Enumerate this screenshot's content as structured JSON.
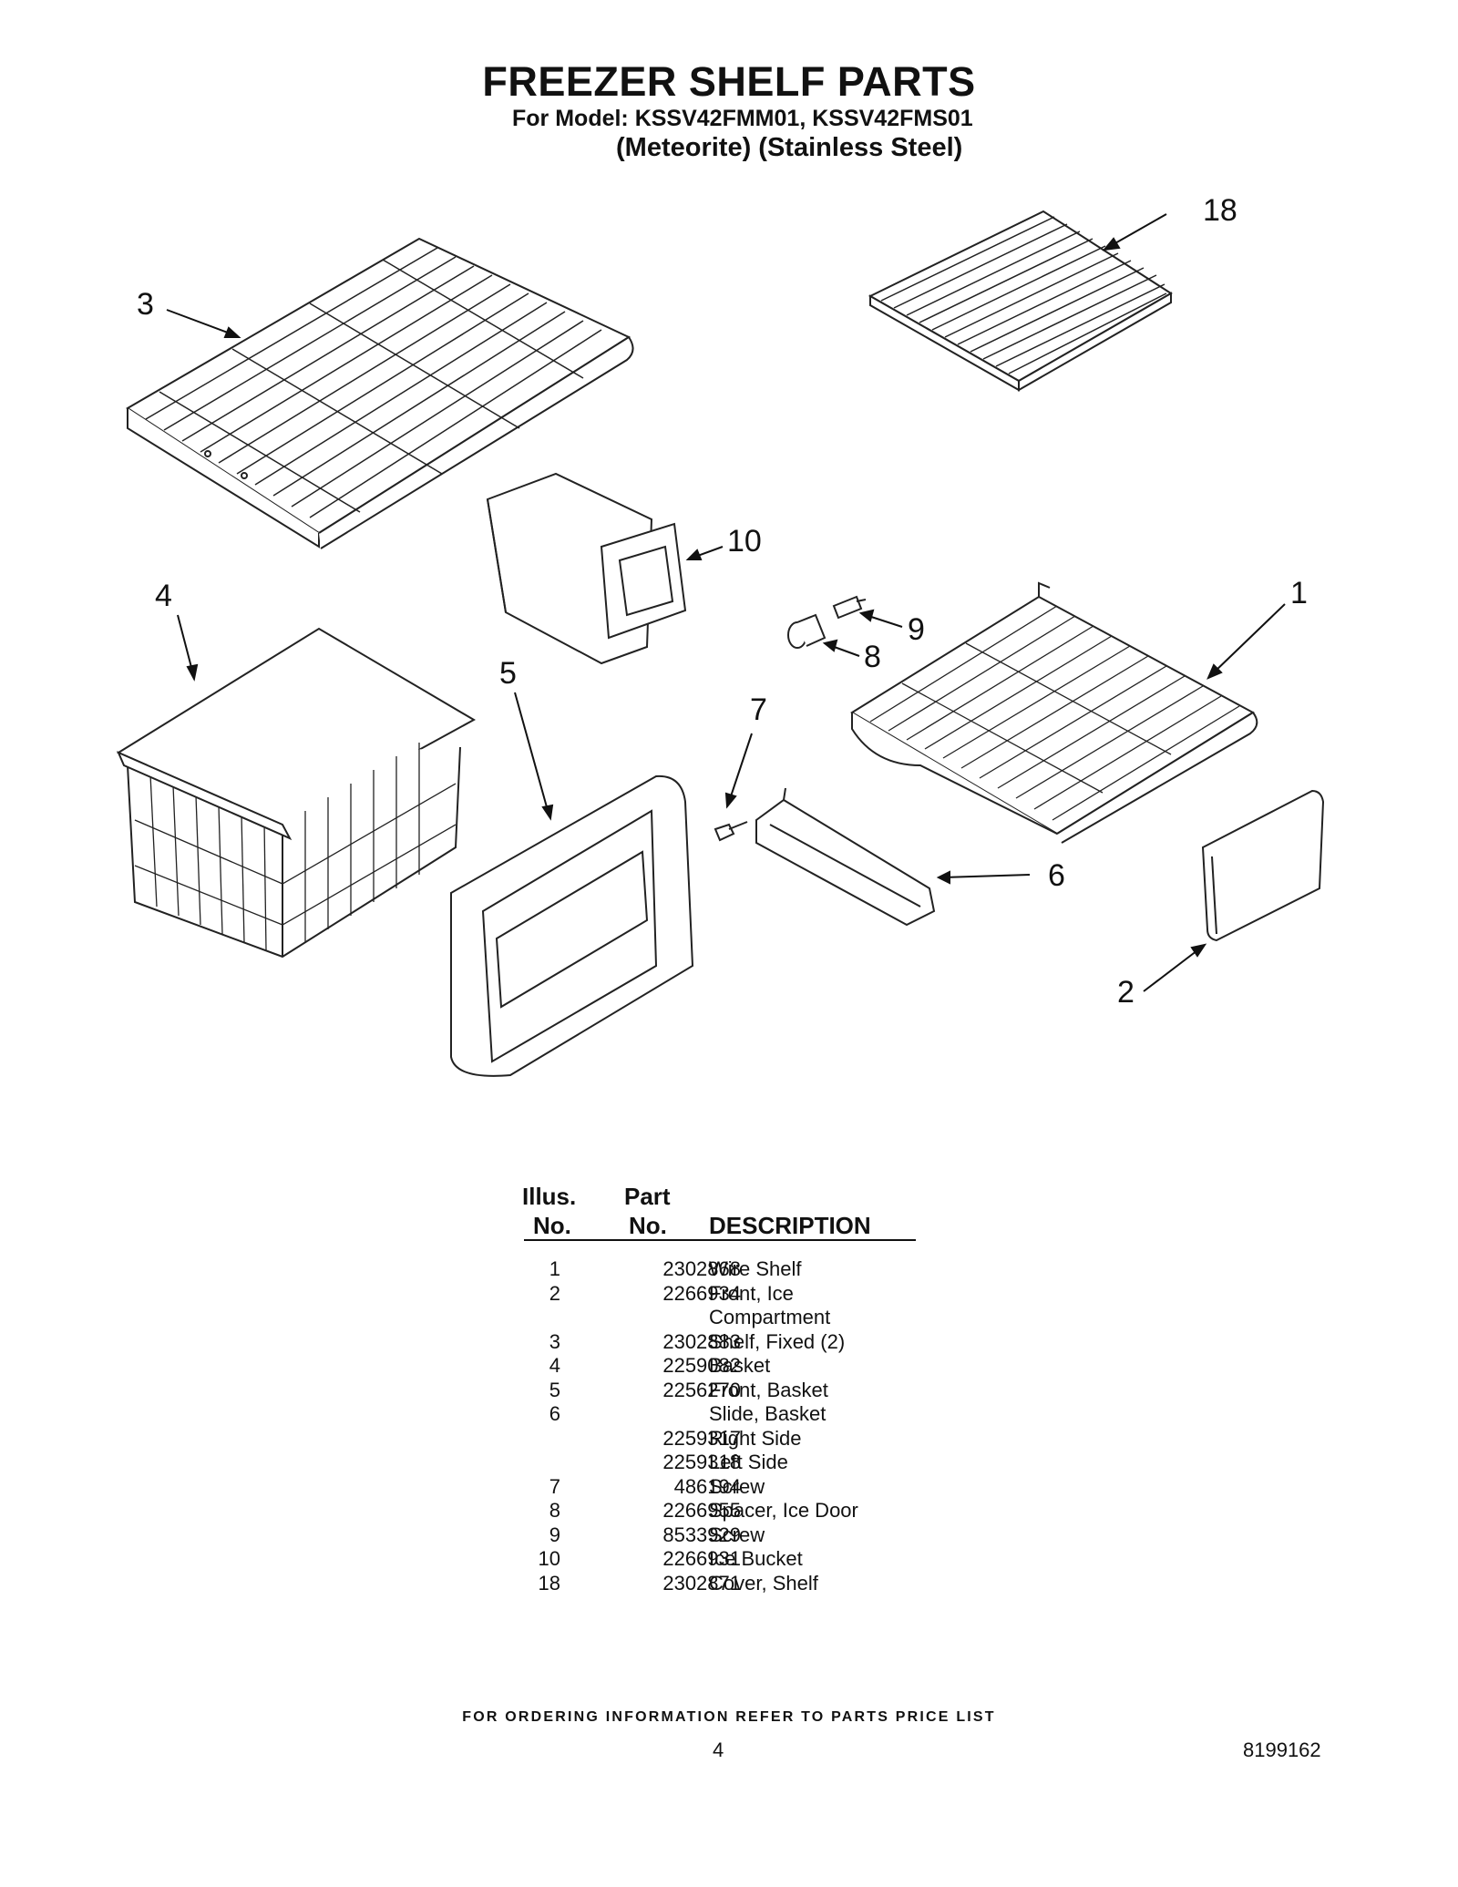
{
  "header": {
    "title": "FREEZER SHELF PARTS",
    "models": "For Model: KSSV42FMM01, KSSV42FMS01",
    "colors": "(Meteorite) (Stainless Steel)"
  },
  "callouts": [
    "18",
    "3",
    "10",
    "4",
    "1",
    "9",
    "8",
    "5",
    "7",
    "6",
    "2"
  ],
  "table": {
    "headers": {
      "illus_line1": "Illus.",
      "illus_line2": "No.",
      "part_line1": "Part",
      "part_line2": "No.",
      "description": "DESCRIPTION"
    },
    "rows": [
      {
        "illus": "1",
        "part": "2302868",
        "desc": "Wire Shelf"
      },
      {
        "illus": "2",
        "part": "2266934",
        "desc": "Front, Ice"
      },
      {
        "illus": "",
        "part": "",
        "desc": "Compartment"
      },
      {
        "illus": "3",
        "part": "2302883",
        "desc": "Shelf, Fixed (2)"
      },
      {
        "illus": "4",
        "part": "2259082",
        "desc": "Basket"
      },
      {
        "illus": "5",
        "part": "2256270",
        "desc": "Front, Basket"
      },
      {
        "illus": "6",
        "part": "",
        "desc": "Slide, Basket"
      },
      {
        "illus": "",
        "part": "2259317",
        "desc": "Right Side"
      },
      {
        "illus": "",
        "part": "2259318",
        "desc": "Left Side"
      },
      {
        "illus": "7",
        "part": "486194",
        "desc": "Screw"
      },
      {
        "illus": "8",
        "part": "2266955",
        "desc": "Spacer, Ice Door"
      },
      {
        "illus": "9",
        "part": "8533929",
        "desc": "Screw"
      },
      {
        "illus": "10",
        "part": "2266931",
        "desc": "Ice Bucket"
      },
      {
        "illus": "18",
        "part": "2302871",
        "desc": "Cover, Shelf"
      }
    ]
  },
  "footer": {
    "ordering_note": "FOR ORDERING INFORMATION REFER TO PARTS PRICE LIST",
    "page_number": "4",
    "document_number": "8199162"
  }
}
